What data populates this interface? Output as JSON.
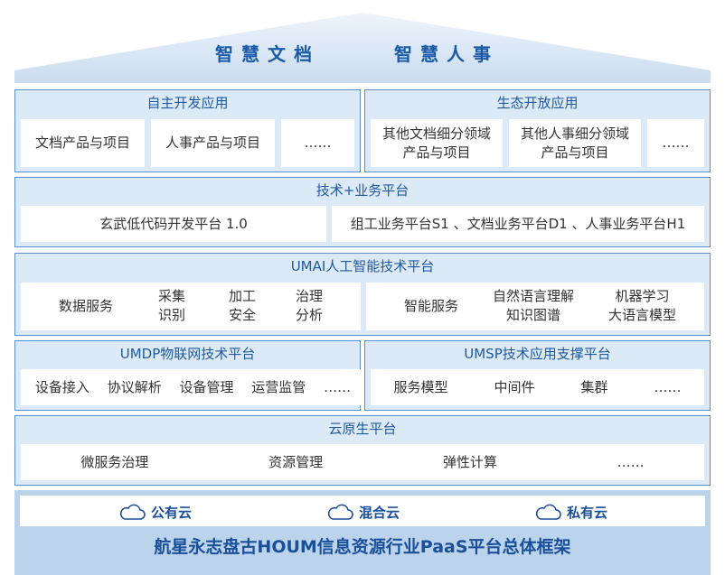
{
  "header": {
    "left_title": "智慧文档",
    "right_title": "智慧人事"
  },
  "self_apps": {
    "title": "自主开发应用",
    "items": [
      "文档产品与项目",
      "人事产品与项目",
      "……"
    ]
  },
  "eco_apps": {
    "title": "生态开放应用",
    "items": [
      "其他文档细分领域",
      "产品与项目",
      "其他人事细分领域",
      "产品与项目",
      "……"
    ]
  },
  "tech_biz": {
    "title": "技术+业务平台",
    "left": "玄武低代码开发平台 1.0",
    "right": "组工业务平台S1 、文档业务平台D1 、人事业务平台H1"
  },
  "umai": {
    "title": "UMAI人工智能技术平台",
    "data_services": {
      "label": "数据服务",
      "items": [
        "采集",
        "识别",
        "加工",
        "安全",
        "治理",
        "分析"
      ]
    },
    "smart_services": {
      "label": "智能服务",
      "items": [
        "自然语言理解",
        "知识图谱",
        "机器学习",
        "大语言模型"
      ]
    }
  },
  "umdp": {
    "title": "UMDP物联网技术平台",
    "items": [
      "设备接入",
      "协议解析",
      "设备管理",
      "运营监管",
      "……"
    ]
  },
  "umsp": {
    "title": "UMSP技术应用支撑平台",
    "items": [
      "服务模型",
      "中间件",
      "集群",
      "……"
    ]
  },
  "cloud_native": {
    "title": "云原生平台",
    "items": [
      "微服务治理",
      "资源管理",
      "弹性计算",
      "……"
    ]
  },
  "clouds": {
    "items": [
      "公有云",
      "混合云",
      "私有云"
    ],
    "icon": "cloud-icon"
  },
  "footer": {
    "title": "航星永志盘古HOUM信息资源行业PaaS平台总体框架"
  },
  "colors": {
    "primary": "#1a5aa6",
    "panel_bg": "#dce9f6",
    "border": "#5f8fc4",
    "cloud_bg": "#bcd3ec"
  }
}
